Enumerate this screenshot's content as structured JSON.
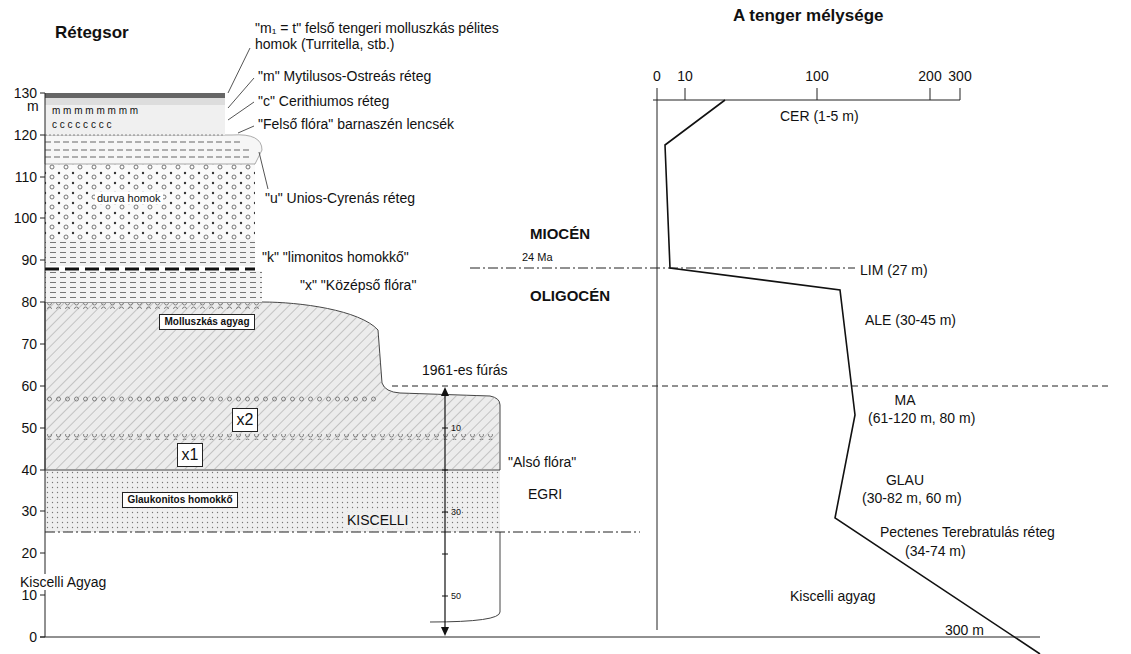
{
  "diagram": {
    "nodes": [
      {
        "text": [
          "Molluszkás agyag"
        ]
      },
      {
        "text": [
          "x2"
        ]
      },
      {
        "text": [
          "x1"
        ]
      },
      {
        "text": [
          "Glaukonitos homokkő"
        ]
      }
    ],
    "labels": [
      "Rétegsor",
      "A tenger mélysége",
      "\"m₁ = t\" felső tengeri molluszkás pélites homok (Turritella, stb.)",
      "\"m\" Mytilusos-Ostreás réteg",
      "\"c\" Cerithiumos réteg",
      "\"Felső flóra\" barnaszén lencsék",
      "\"u\" Unios-Cyrenás réteg",
      "\"k\" \"limonitos homokkő\"",
      "\"x\" \"Középső flóra\"",
      "MIOCÉN",
      "24 Ma",
      "OLIGOCÉN",
      "1961-es fúrás",
      "\"Alsó flóra\"",
      "EGRI",
      "KISCELLI",
      "Kiscelli Agyag",
      "durva homok",
      "m m m m m m m m",
      "c c c c c c c c",
      "130",
      "m",
      "120",
      "110",
      "100",
      "90",
      "80",
      "70",
      "60",
      "50",
      "40",
      "30",
      "20",
      "10",
      "0",
      "0",
      "10",
      "100",
      "200",
      "300",
      "CER (1-5 m)",
      "LIM (27 m)",
      "ALE (30-45 m)",
      "MA",
      "(61-120 m, 80 m)",
      "GLAU",
      "(30-82 m, 60 m)",
      "Pectenes Terebratulás réteg",
      "(34-74 m)",
      "Kiscelli agyag",
      "300 m",
      "10",
      "30",
      "50"
    ]
  }
}
